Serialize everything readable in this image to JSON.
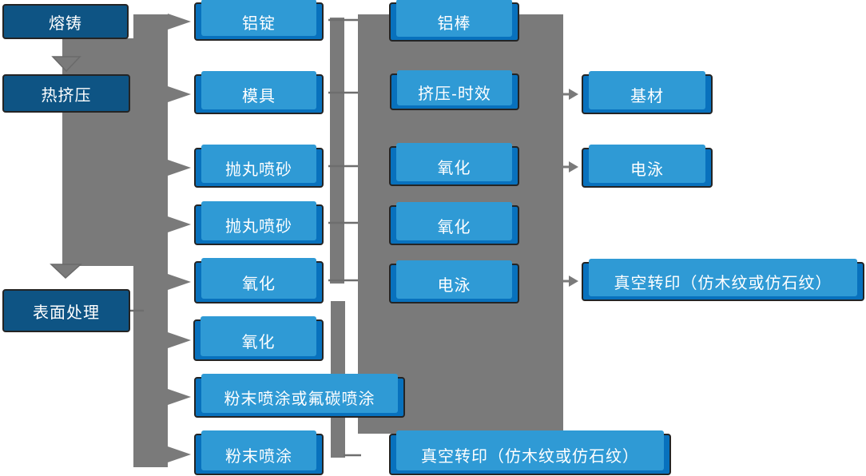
{
  "diagram_type": "process-flowchart",
  "language": "zh-CN",
  "palette": {
    "stage_box_fill": "#0E5484",
    "process_box_fill": "#0871BD",
    "box_accent": "#2F9AD5",
    "box_border": "#242424",
    "connector_gray": "#7A7A7A",
    "connector_line_gray": "#6E6E6E",
    "text_color": "#FFFFFF",
    "background": "#FFFFFF"
  },
  "columns": [
    {
      "id": "stages",
      "items": [
        "熔铸",
        "热挤压",
        "表面处理"
      ]
    },
    {
      "id": "process-a",
      "items": [
        "铝锭",
        "模具",
        "抛丸喷砂",
        "抛丸喷砂",
        "氧化",
        "氧化",
        "粉末喷涂或氟碳喷涂",
        "粉末喷涂"
      ]
    },
    {
      "id": "process-b",
      "items": [
        "铝棒",
        "挤压-时效",
        "氧化",
        "氧化",
        "电泳",
        "真空转印（仿木纹或仿石纹）"
      ]
    },
    {
      "id": "outputs",
      "items": [
        "基材",
        "电泳",
        "真空转印（仿木纹或仿石纹）"
      ]
    }
  ],
  "edges_note": {
    "stage_flow": [
      "熔铸 → 热挤压 → 表面处理"
    ],
    "output_arrows": [
      "挤压-时效 → 基材",
      "氧化 → 电泳",
      "电泳 → 真空转印（仿木纹或仿石纹）"
    ]
  }
}
